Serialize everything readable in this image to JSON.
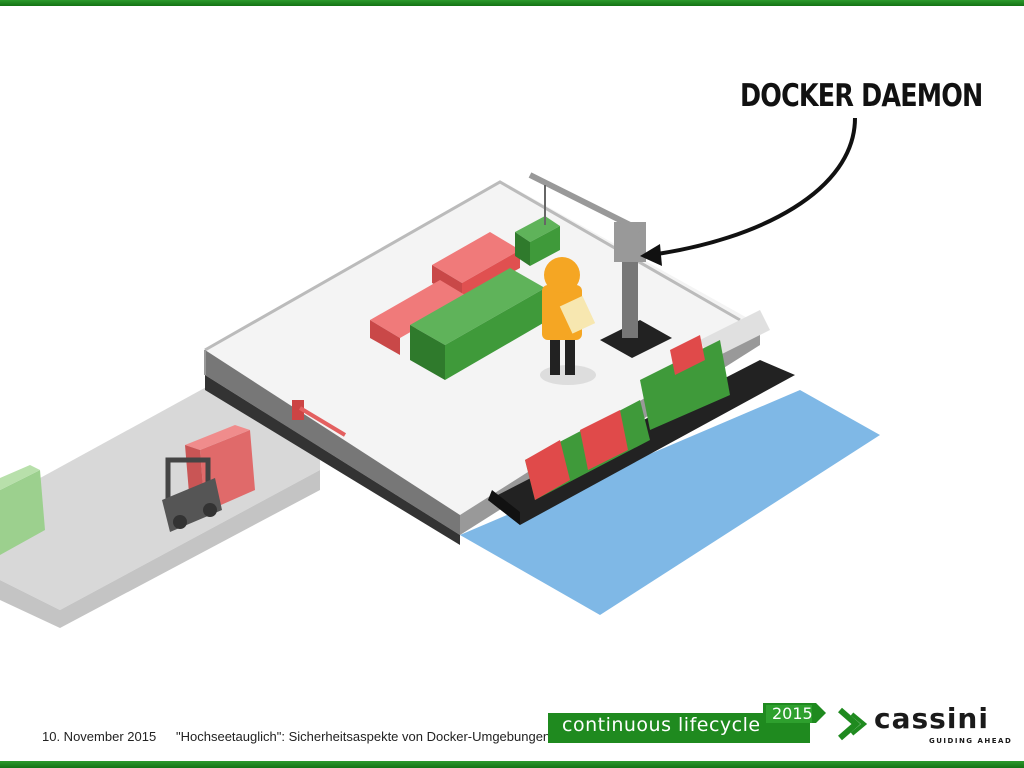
{
  "annotation": {
    "label": "DOCKER DAEMON"
  },
  "footer": {
    "date": "10. November 2015",
    "title": "\"Hochseetauglich\": Sicherheitsaspekte von Docker-Umgebungen"
  },
  "badge": {
    "text": "continuous lifecycle",
    "year": "2015"
  },
  "logo": {
    "name": "cassini",
    "tagline": "GUIDING AHEAD"
  },
  "colors": {
    "brand_green": "#1f8a1f",
    "container_green": "#3f9a3a",
    "container_red": "#e04a4a",
    "water_blue": "#7fb8e6",
    "worker_orange": "#f5a623"
  },
  "icons": [
    "arrow-annotation-icon",
    "cassini-chevron-icon"
  ]
}
